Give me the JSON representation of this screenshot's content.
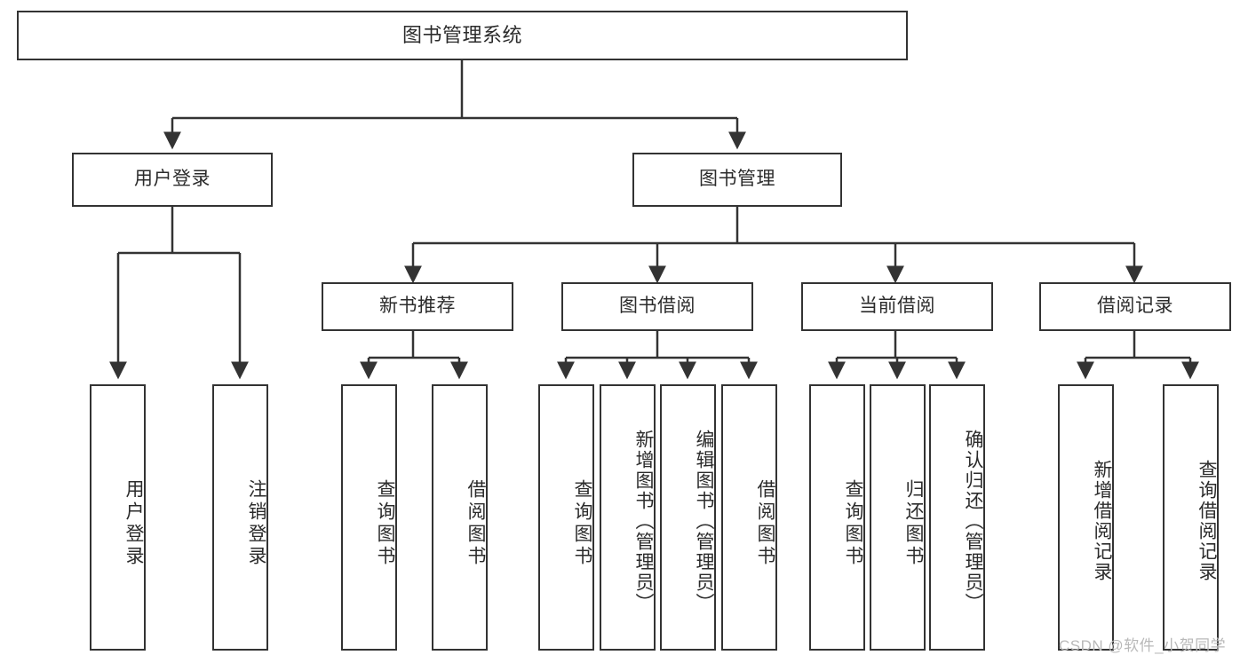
{
  "diagram": {
    "type": "tree",
    "title": "图书管理系统",
    "root": {
      "label": "图书管理系统"
    },
    "level1": [
      {
        "id": "user-login",
        "label": "用户登录"
      },
      {
        "id": "book-manage",
        "label": "图书管理"
      }
    ],
    "level2": [
      {
        "id": "new-book-recommend",
        "label": "新书推荐",
        "parent": "book-manage"
      },
      {
        "id": "book-borrow",
        "label": "图书借阅",
        "parent": "book-manage"
      },
      {
        "id": "current-borrow",
        "label": "当前借阅",
        "parent": "book-manage"
      },
      {
        "id": "borrow-record",
        "label": "借阅记录",
        "parent": "book-manage"
      }
    ],
    "leaves": [
      {
        "id": "leaf-user-login",
        "label": "用户登录",
        "parent": "user-login"
      },
      {
        "id": "leaf-user-logout",
        "label": "注销登录",
        "parent": "user-login"
      },
      {
        "id": "leaf-query-book-1",
        "label": "查询图书",
        "parent": "new-book-recommend"
      },
      {
        "id": "leaf-borrow-book-1",
        "label": "借阅图书",
        "parent": "new-book-recommend"
      },
      {
        "id": "leaf-query-book-2",
        "label": "查询图书",
        "parent": "book-borrow"
      },
      {
        "id": "leaf-add-book",
        "label": "新增图书（管理员）",
        "parent": "book-borrow"
      },
      {
        "id": "leaf-edit-book",
        "label": "编辑图书（管理员）",
        "parent": "book-borrow"
      },
      {
        "id": "leaf-borrow-book-2",
        "label": "借阅图书",
        "parent": "book-borrow"
      },
      {
        "id": "leaf-query-book-3",
        "label": "查询图书",
        "parent": "current-borrow"
      },
      {
        "id": "leaf-return-book",
        "label": "归还图书",
        "parent": "current-borrow"
      },
      {
        "id": "leaf-confirm-return",
        "label": "确认归还（管理员）",
        "parent": "current-borrow"
      },
      {
        "id": "leaf-add-record",
        "label": "新增借阅记录",
        "parent": "borrow-record"
      },
      {
        "id": "leaf-query-record",
        "label": "查询借阅记录",
        "parent": "borrow-record"
      }
    ],
    "colors": {
      "background": "#ffffff",
      "box_border": "#333333",
      "box_fill": "#ffffff",
      "text": "#2b2b2b",
      "edge": "#333333",
      "watermark": "#b9b9b9"
    }
  },
  "watermark": {
    "text": "CSDN @软件_小贺同学"
  }
}
